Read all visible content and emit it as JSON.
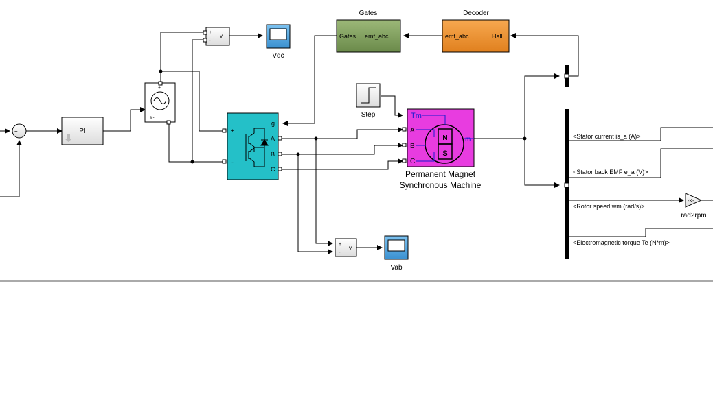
{
  "blocks": {
    "gates": {
      "title": "Gates",
      "in_port": "Gates",
      "out_port": "emf_abc",
      "color": "#7a9a5a"
    },
    "decoder": {
      "title": "Decoder",
      "in_port": "emf_abc",
      "out_port": "Hall",
      "color": "#f0902c"
    },
    "vdc_meter": {
      "plus": "+",
      "minus": "-",
      "label": "v"
    },
    "vdc_scope": {
      "label": "Vdc",
      "color": "#52a7e0"
    },
    "vab_meter": {
      "plus": "+",
      "minus": "-",
      "label": "v"
    },
    "vab_scope": {
      "label": "Vab",
      "color": "#52a7e0"
    },
    "dc_source": {
      "plus": "+",
      "bottom": "s  -"
    },
    "pi": {
      "label": "PI"
    },
    "sum": {
      "label": "+_"
    },
    "step": {
      "label": "Step"
    },
    "inverter": {
      "color": "#24c0c8",
      "in_plus": "+",
      "in_minus": "-",
      "gate": "g",
      "a": "A",
      "b": "B",
      "c": "C"
    },
    "pmsm": {
      "color": "#e83ce0",
      "tm": "Tm",
      "a": "A",
      "b": "B",
      "c": "C",
      "m": "m",
      "n": "N",
      "s": "S",
      "title_line1": "Permanent Magnet",
      "title_line2": "Synchronous Machine"
    },
    "gain": {
      "symbol": "-K-",
      "label": "rad2rpm"
    }
  },
  "bus_signals": [
    "<Stator current is_a (A)>",
    "<Stator back EMF e_a (V)>",
    "<Rotor speed wm (rad/s)>",
    "<Electromagnetic torque Te (N*m)>"
  ]
}
